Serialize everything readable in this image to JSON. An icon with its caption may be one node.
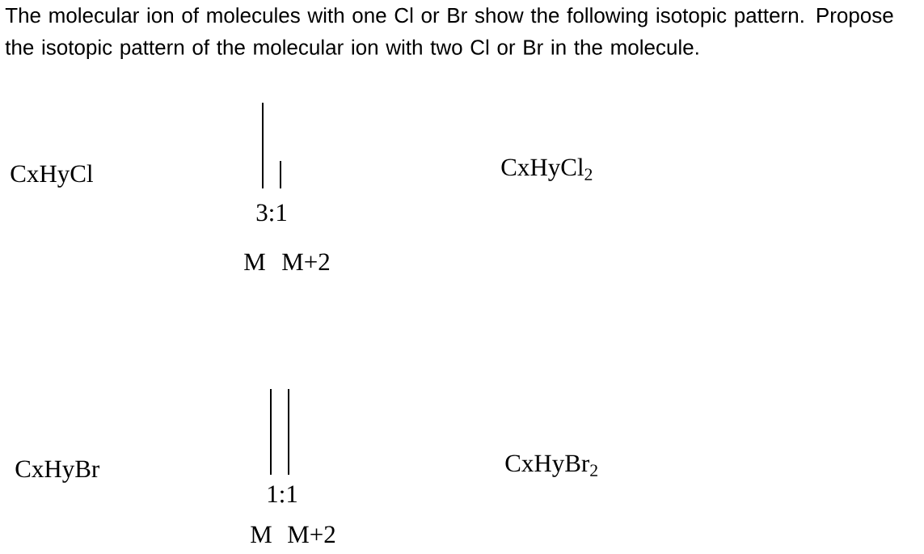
{
  "diagram": {
    "title": "The molecular ion of molecules with one Cl or Br show the following isotopic pattern. Propose the isotopic pattern of the molecular ion with two Cl or Br in the molecule.",
    "labels": [
      "CxHyCl",
      "CxHyCl$_{2}$",
      "3:1",
      "M",
      "M+2",
      "CxHyBr",
      "CxHyBr$_{2}$",
      "1:1",
      "M",
      "M+2"
    ]
  }
}
